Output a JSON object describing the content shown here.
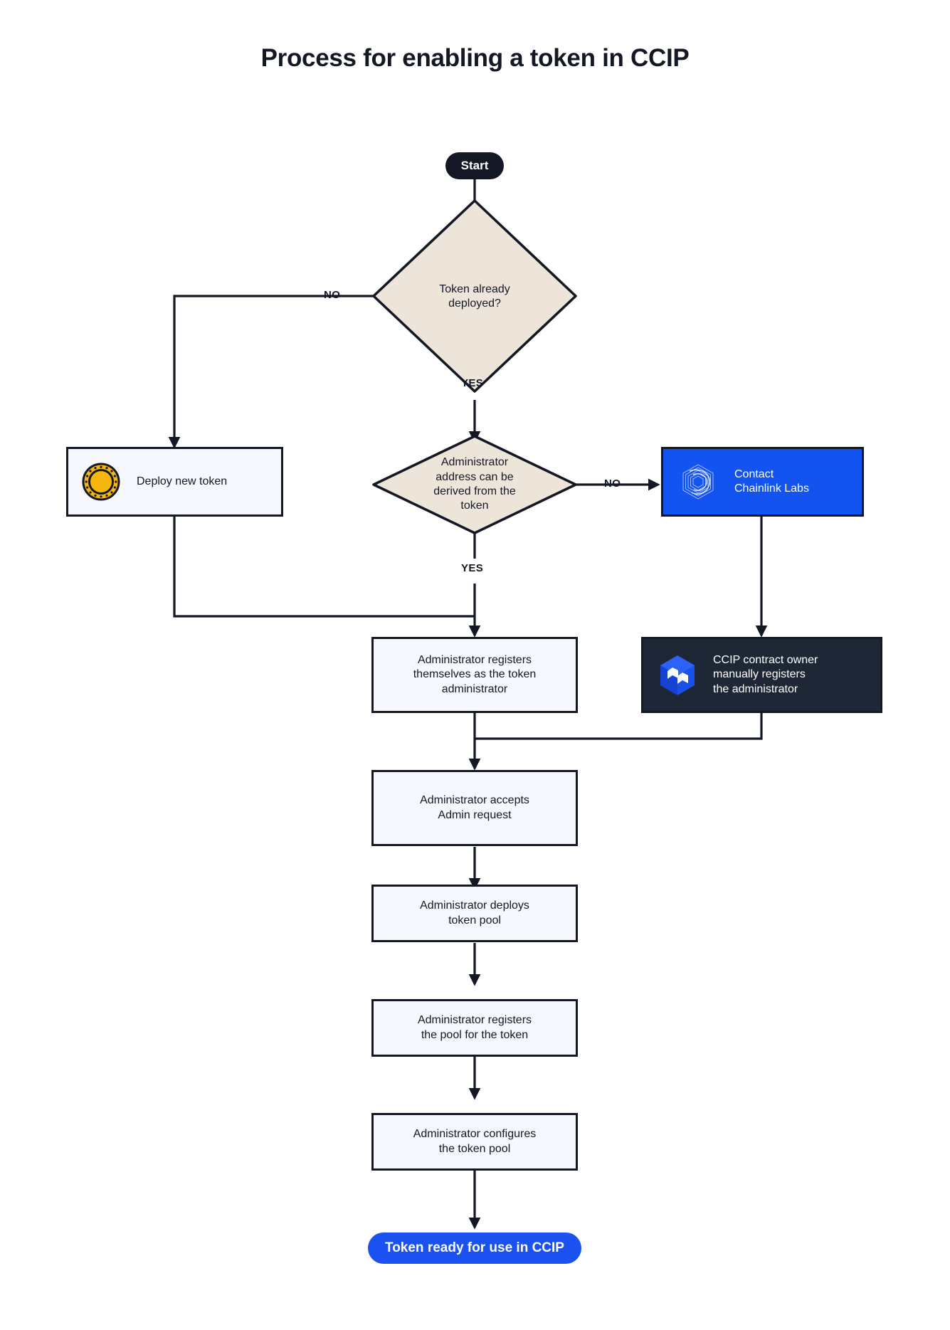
{
  "title": "Process for enabling a token in CCIP",
  "colors": {
    "background": "#FFFFFF",
    "ink": "#141824",
    "stroke": "#141824",
    "process_fill": "#F6F8FD",
    "decision_fill": "#EDE5DA",
    "accent_blue": "#1354F0",
    "end_blue": "#1A51F0",
    "dark_navy": "#1E2735",
    "coin_gold": "#F5B60D"
  },
  "chart_data": {
    "type": "diagram",
    "diagram_kind": "flowchart",
    "title": "Process for enabling a token in CCIP",
    "orientation": "top-to-bottom",
    "nodes": [
      {
        "id": "start",
        "shape": "pill",
        "label": "Start",
        "style": "dark"
      },
      {
        "id": "d1",
        "shape": "diamond",
        "label": "Token already\ndeployed?",
        "style": "decision"
      },
      {
        "id": "deploy",
        "shape": "rect",
        "label": "Deploy new token",
        "style": "process",
        "icon": "gold-coin-icon"
      },
      {
        "id": "d2",
        "shape": "diamond",
        "label": "Administrator\naddress can be\nderived from the\ntoken",
        "style": "decision"
      },
      {
        "id": "contact",
        "shape": "rect",
        "label": "Contact\nChainlink Labs",
        "style": "blue",
        "icon": "chainlink-logo-icon"
      },
      {
        "id": "selfreg",
        "shape": "rect",
        "label": "Administrator registers\nthemselves as the token\nadministrator",
        "style": "process"
      },
      {
        "id": "ownerreg",
        "shape": "rect",
        "label": "CCIP contract owner\nmanually registers\nthe administrator",
        "style": "dark",
        "icon": "ccip-hexagon-icon"
      },
      {
        "id": "accept",
        "shape": "rect",
        "label": "Administrator accepts\nAdmin request",
        "style": "process"
      },
      {
        "id": "deploypool",
        "shape": "rect",
        "label": "Administrator deploys\ntoken pool",
        "style": "process"
      },
      {
        "id": "regpool",
        "shape": "rect",
        "label": "Administrator registers\nthe pool for the token",
        "style": "process"
      },
      {
        "id": "configpool",
        "shape": "rect",
        "label": "Administrator configures\nthe token pool",
        "style": "process"
      },
      {
        "id": "end",
        "shape": "pill",
        "label": "Token ready for use in CCIP",
        "style": "end-blue"
      }
    ],
    "edges": [
      {
        "from": "start",
        "to": "d1",
        "label": ""
      },
      {
        "from": "d1",
        "to": "deploy",
        "label": "NO"
      },
      {
        "from": "d1",
        "to": "d2",
        "label": "YES"
      },
      {
        "from": "deploy",
        "to": "selfreg",
        "label": ""
      },
      {
        "from": "d2",
        "to": "contact",
        "label": "NO"
      },
      {
        "from": "d2",
        "to": "selfreg",
        "label": "YES"
      },
      {
        "from": "contact",
        "to": "ownerreg",
        "label": ""
      },
      {
        "from": "selfreg",
        "to": "accept",
        "label": ""
      },
      {
        "from": "ownerreg",
        "to": "accept",
        "label": ""
      },
      {
        "from": "accept",
        "to": "deploypool",
        "label": ""
      },
      {
        "from": "deploypool",
        "to": "regpool",
        "label": ""
      },
      {
        "from": "regpool",
        "to": "configpool",
        "label": ""
      },
      {
        "from": "configpool",
        "to": "end",
        "label": ""
      }
    ]
  },
  "nodes": {
    "start": {
      "label": "Start"
    },
    "decision_deployed": {
      "label": "Token already\ndeployed?"
    },
    "deploy_token": {
      "label": "Deploy new token"
    },
    "decision_derived": {
      "label": "Administrator\naddress can be\nderived from the\ntoken"
    },
    "contact_chainlink": {
      "label": "Contact\nChainlink Labs"
    },
    "self_register": {
      "label": "Administrator registers\nthemselves as the token\nadministrator"
    },
    "owner_register": {
      "label": "CCIP contract owner\nmanually registers\nthe administrator"
    },
    "accept_admin": {
      "label": "Administrator accepts\nAdmin request"
    },
    "deploy_pool": {
      "label": "Administrator deploys\ntoken pool"
    },
    "register_pool": {
      "label": "Administrator registers\nthe pool for the token"
    },
    "configure_pool": {
      "label": "Administrator configures\nthe token pool"
    },
    "end": {
      "label": "Token ready for use in CCIP"
    }
  },
  "edge_labels": {
    "no_deployed": "NO",
    "yes_deployed": "YES",
    "no_derived": "NO",
    "yes_derived": "YES"
  },
  "icons": {
    "coin": "gold-coin-icon",
    "chainlink": "chainlink-logo-icon",
    "ccip": "ccip-hexagon-icon"
  }
}
